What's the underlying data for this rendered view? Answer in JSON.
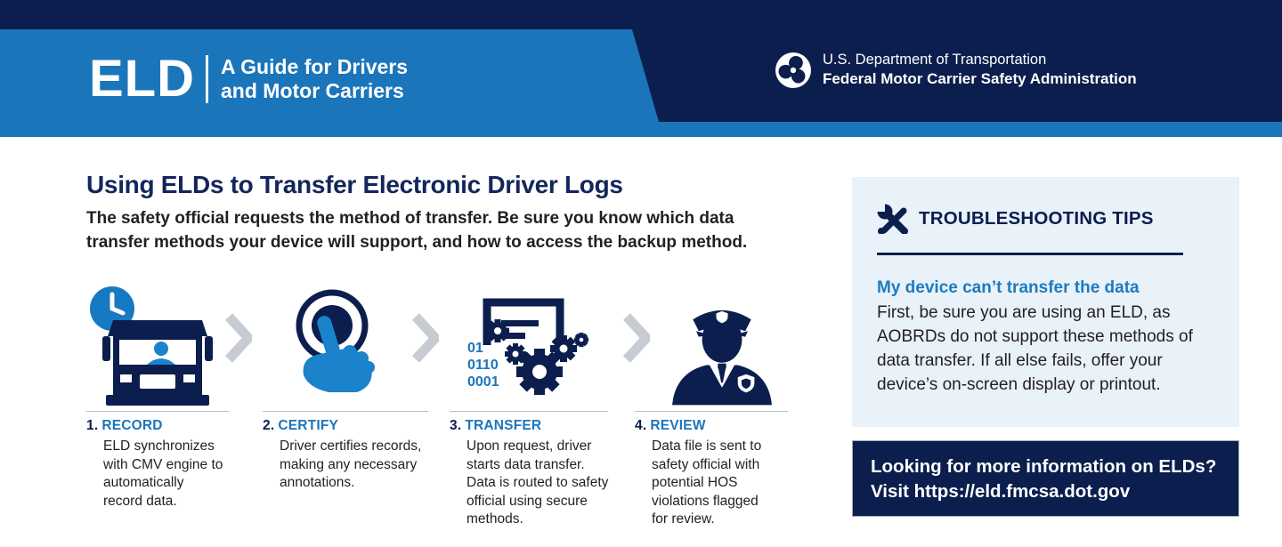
{
  "colors": {
    "navy": "#0b1e4d",
    "blue": "#1b75bb",
    "bright": "#1b82cc",
    "lightblue": "#e9f1f9",
    "chevron": "#c7ccd2",
    "ink": "#231f20"
  },
  "header": {
    "logo": "ELD",
    "tagline_line1": "A Guide for Drivers",
    "tagline_line2": "and Motor Carriers",
    "agency_line1": "U.S. Department of Transportation",
    "agency_line2": "Federal Motor Carrier Safety Administration"
  },
  "main": {
    "title": "Using ELDs to Transfer Electronic Driver Logs",
    "subtitle": "The safety official requests the method of transfer. Be sure you know which data transfer methods your device will support, and how to access the backup method.",
    "steps": [
      {
        "num": "1.",
        "label": "RECORD",
        "desc": "ELD synchronizes with CMV engine to automatically record data.",
        "icon": "truck-clock-icon"
      },
      {
        "num": "2.",
        "label": "CERTIFY",
        "desc": "Driver certifies records, making any necessary annotations.",
        "icon": "press-button-icon"
      },
      {
        "num": "3.",
        "label": "TRANSFER",
        "desc": "Upon request, driver starts data transfer. Data is routed to safety official using secure methods.",
        "icon": "document-gears-icon",
        "binary": [
          "01",
          "0110",
          "0001"
        ]
      },
      {
        "num": "4.",
        "label": "REVIEW",
        "desc": "Data file is sent to safety official with potential HOS violations flagged for review.",
        "icon": "safety-official-icon"
      }
    ]
  },
  "tips": {
    "title": "TROUBLESHOOTING TIPS",
    "heading": "My device can’t transfer the data",
    "body": "First, be sure you are using an ELD, as AOBRDs do not support these methods of data transfer. If all else fails, offer your device’s on-screen display or printout."
  },
  "info": {
    "line1": "Looking for more information on ELDs?",
    "line2": "Visit https://eld.fmcsa.dot.gov"
  }
}
